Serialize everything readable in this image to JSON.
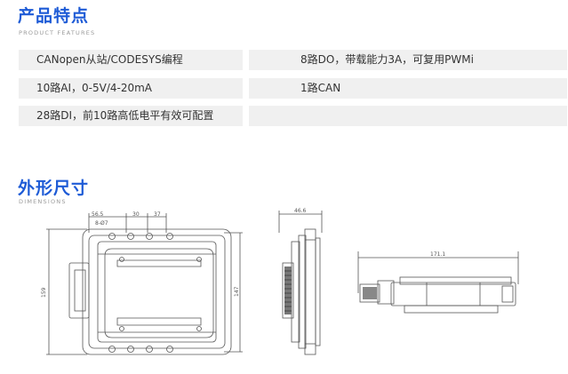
{
  "features": {
    "title": "产品特点",
    "subtitle": "PRODUCT FEATURES",
    "rows": [
      {
        "left": "CANopen从站/CODESYS编程",
        "right": "8路DO，带载能力3A，可复用PWMi"
      },
      {
        "left": "10路AI，0-5V/4-20mA",
        "right": "1路CAN"
      },
      {
        "left": "28路DI，前10路高低电平有效可配置",
        "right": ""
      }
    ]
  },
  "dimensions": {
    "title": "外形尺寸",
    "subtitle": "DIMENSIONS",
    "front_view": {
      "dim_top_left": "56.5",
      "dim_top_mid": "30",
      "dim_top_right": "37",
      "dim_hole": "8-Ø7",
      "dim_height_outer": "159",
      "dim_height_inner": "147"
    },
    "side_view": {
      "dim_width": "46.6"
    },
    "top_view": {
      "dim_length": "171.1"
    }
  }
}
